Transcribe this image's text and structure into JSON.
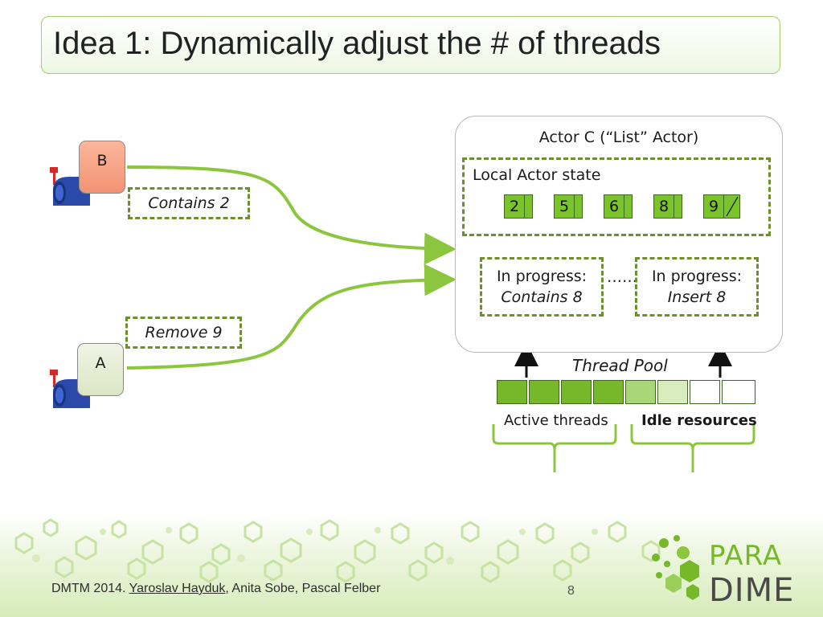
{
  "slide": {
    "title": "Idea 1: Dynamically adjust the # of threads",
    "page_number": "8"
  },
  "actor_c": {
    "title": "Actor C (“List” Actor)",
    "local_state_label": "Local Actor state",
    "list_values": [
      "2",
      "5",
      "6",
      "8",
      "9"
    ],
    "in_progress": [
      {
        "label": "In progress:",
        "operation": "Contains 8"
      },
      {
        "label": "In progress:",
        "operation": "Insert 8"
      }
    ],
    "ellipsis": "……"
  },
  "senders": [
    {
      "name": "B",
      "message": "Contains 2",
      "color": "#f7a88a"
    },
    {
      "name": "A",
      "message": "Remove 9",
      "color": "#e3ecd0"
    }
  ],
  "thread_pool": {
    "label": "Thread Pool",
    "cells": [
      "active",
      "active",
      "active",
      "active",
      "light",
      "lighter",
      "empty",
      "empty"
    ],
    "active_label": "Active threads",
    "idle_label": "Idle resources"
  },
  "footer": {
    "credit_prefix": "DMTM 2014. ",
    "author_1": "Yaroslav Hayduk",
    "credit_rest": ", Anita Sobe, Pascal Felber",
    "logo_top": "PARA",
    "logo_bottom": "DIME"
  },
  "colors": {
    "accent_green": "#78c42a",
    "border_green": "#6d8f2e",
    "mailbox_blue": "#2a49a8",
    "flag_red": "#d62a2a"
  }
}
